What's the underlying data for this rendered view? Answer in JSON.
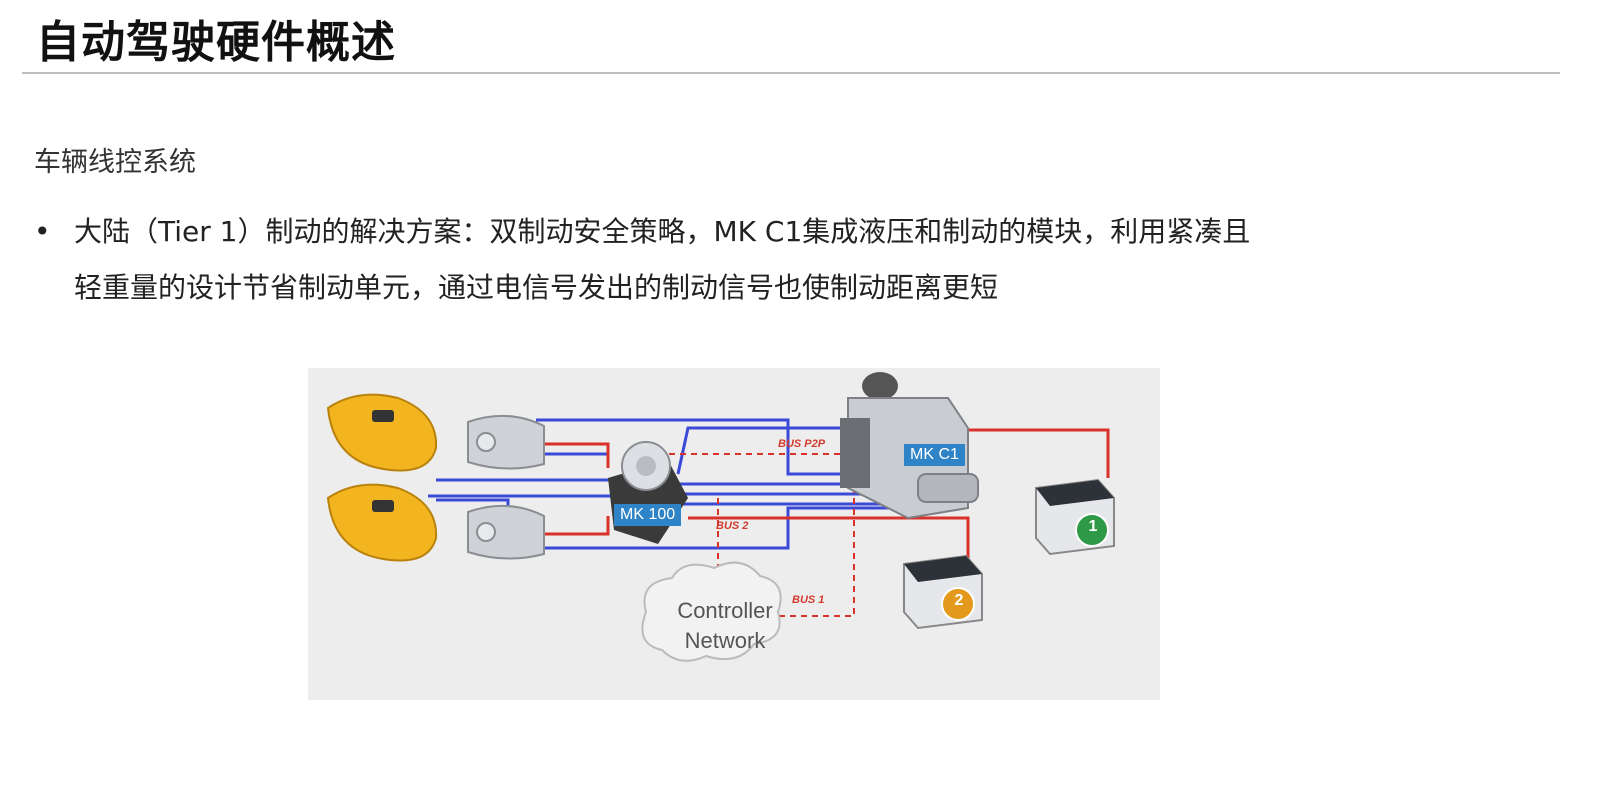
{
  "slide": {
    "title": "自动驾驶硬件概述",
    "subtitle": "车辆线控系统",
    "bullet_marker": "•",
    "bullet_line1": "大陆（Tier 1）制动的解决方案：双制动安全策略，MK C1集成液压和制动的模块，利用紧凑且",
    "bullet_line2": "轻重量的设计节省制动单元，通过电信号发出的制动信号也使制动距离更短"
  },
  "diagram": {
    "mk100_label": "MK 100",
    "mkc1_label": "MK C1",
    "bus_p2p": "BUS P2P",
    "bus2": "BUS 2",
    "bus1": "BUS 1",
    "network_line1": "Controller",
    "network_line2": "Network",
    "battery1_number": "1",
    "battery2_number": "2",
    "colors": {
      "hydraulic": "#3a49d8",
      "electric": "#d9322a",
      "bus": "#d9322a",
      "caliper": "#f3b51f",
      "battery1_badge": "#2e9a48",
      "battery2_badge": "#e39a1c"
    }
  }
}
